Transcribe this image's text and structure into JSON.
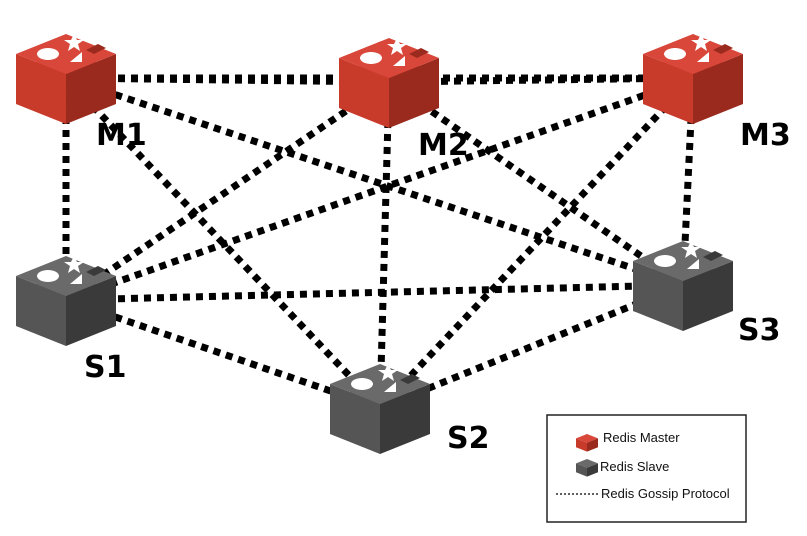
{
  "colors": {
    "master_front": "#c83a2a",
    "master_top": "#d9473a",
    "master_side": "#9a2a1e",
    "slave_front": "#555555",
    "slave_top": "#6a6a6a",
    "slave_side": "#3a3a3a",
    "link": "#000000",
    "legend_border": "#222222"
  },
  "nodes": {
    "m1": {
      "label": "M1",
      "kind": "master"
    },
    "m2": {
      "label": "M2",
      "kind": "master"
    },
    "m3": {
      "label": "M3",
      "kind": "master"
    },
    "s1": {
      "label": "S1",
      "kind": "slave"
    },
    "s2": {
      "label": "S2",
      "kind": "slave"
    },
    "s3": {
      "label": "S3",
      "kind": "slave"
    }
  },
  "links": [
    [
      "m1",
      "m2"
    ],
    [
      "m1",
      "m3"
    ],
    [
      "m2",
      "m3"
    ],
    [
      "m1",
      "s1"
    ],
    [
      "m1",
      "s2"
    ],
    [
      "m1",
      "s3"
    ],
    [
      "m2",
      "s1"
    ],
    [
      "m2",
      "s2"
    ],
    [
      "m2",
      "s3"
    ],
    [
      "m3",
      "s1"
    ],
    [
      "m3",
      "s2"
    ],
    [
      "m3",
      "s3"
    ],
    [
      "s1",
      "s2"
    ],
    [
      "s1",
      "s3"
    ],
    [
      "s2",
      "s3"
    ]
  ],
  "legend": {
    "master_label": "Redis Master",
    "slave_label": "Redis Slave",
    "protocol_label": "Redis Gossip Protocol"
  }
}
